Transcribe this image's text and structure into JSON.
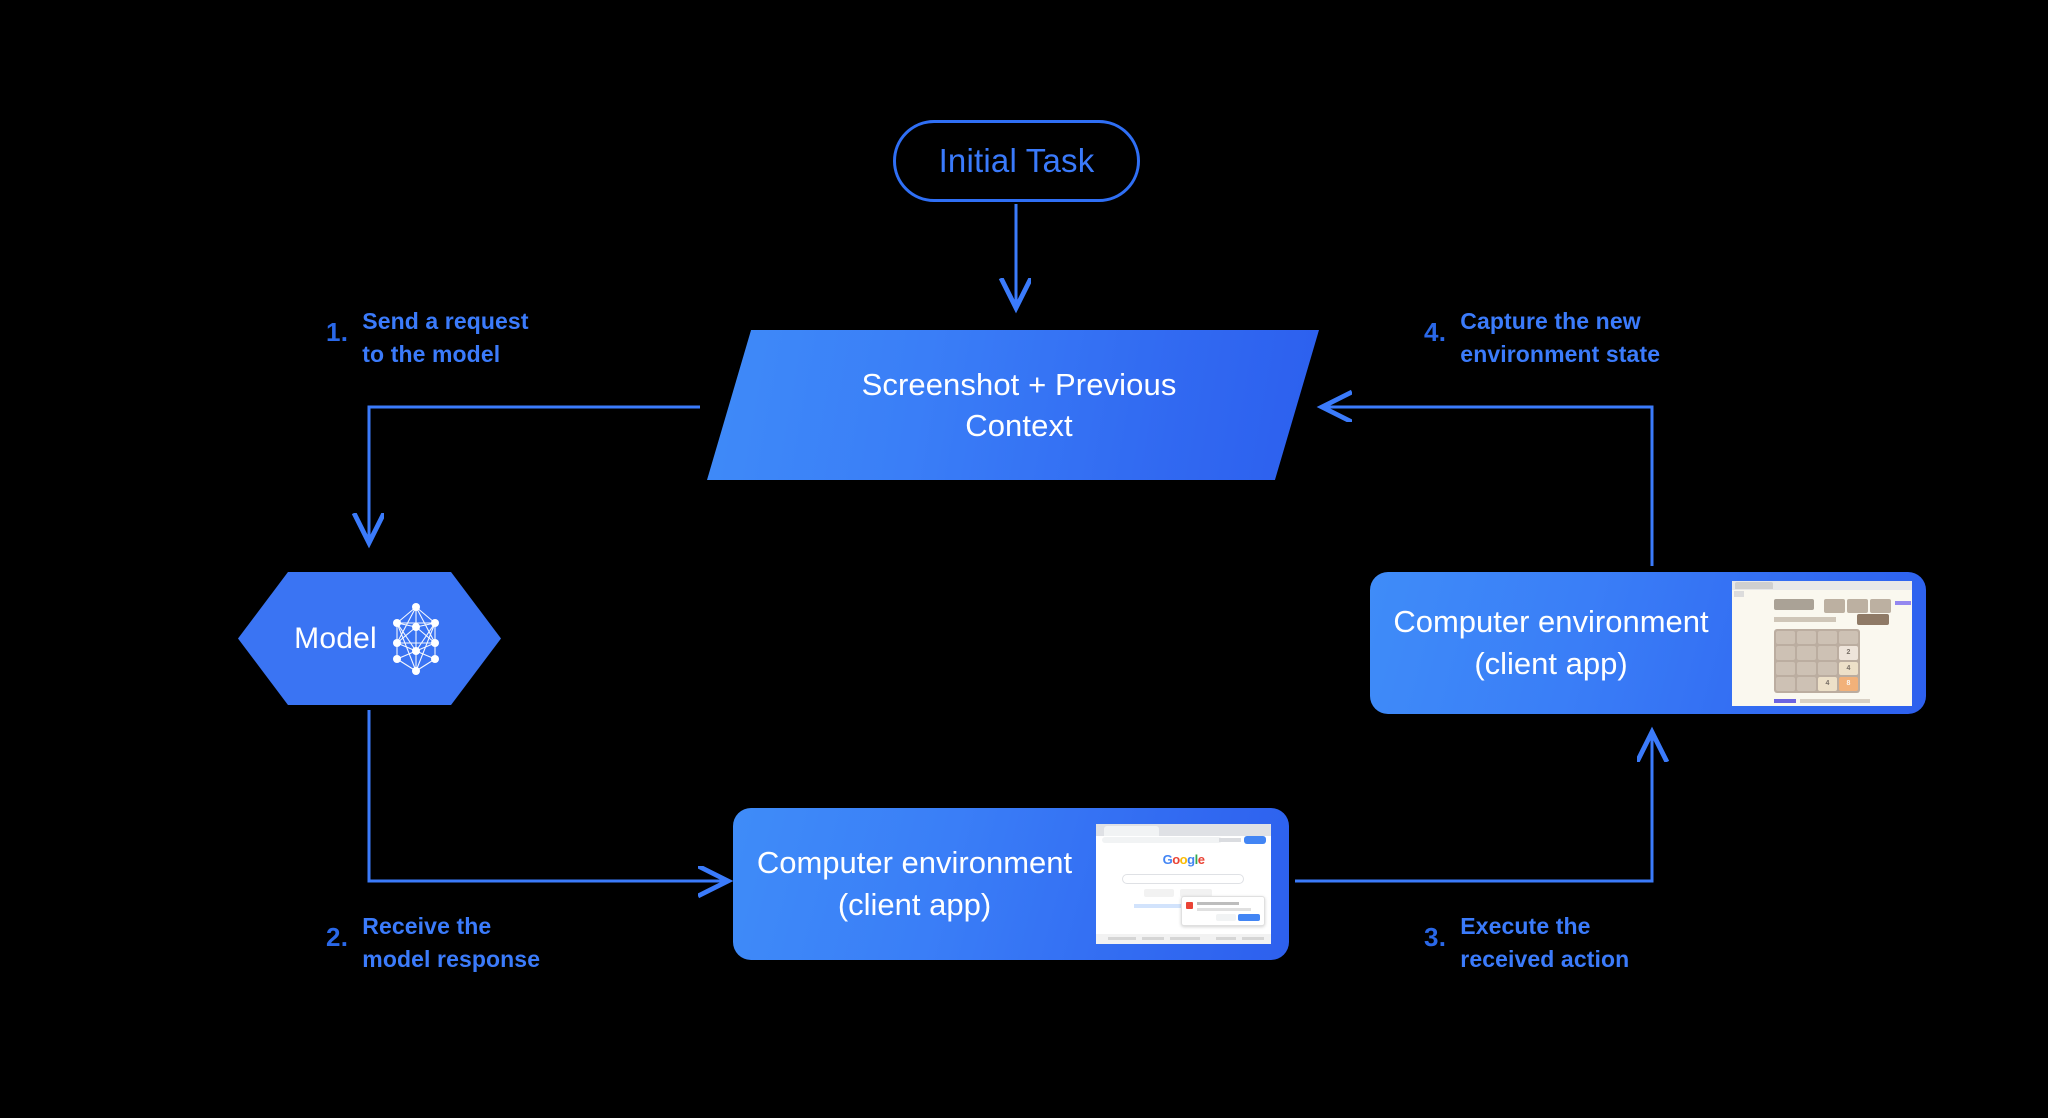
{
  "diagram": {
    "title_node": {
      "label": "Initial Task",
      "shape": "rounded-pill",
      "color": "#3a7afb"
    },
    "context_node": {
      "label_line1": "Screenshot + Previous",
      "label_line2": "Context",
      "shape": "parallelogram"
    },
    "model_node": {
      "label": "Model",
      "icon": "neural-network-icon",
      "shape": "hexagon"
    },
    "env_top": {
      "label_line1": "Computer environment",
      "label_line2": "(client app)",
      "thumbnail": "2048-game-screenshot"
    },
    "env_bottom": {
      "label_line1": "Computer environment",
      "label_line2": "(client app)",
      "thumbnail": "google-search-screenshot"
    },
    "steps": [
      {
        "number": "1.",
        "line1": "Send a request",
        "line2": "to the model"
      },
      {
        "number": "2.",
        "line1": "Receive the",
        "line2": "model response"
      },
      {
        "number": "3.",
        "line1": "Execute the",
        "line2": "received action"
      },
      {
        "number": "4.",
        "line1": "Capture the new",
        "line2": "environment state"
      }
    ],
    "colors": {
      "background": "#000000",
      "accent_blue": "#3b7bfb",
      "number_blue": "#2a68e8",
      "node_gradient_start": "#3f8cf8",
      "node_gradient_end": "#2c5fee",
      "text_white": "#ffffff"
    }
  },
  "thumbnails": {
    "game_2048": {
      "site": "2048.org",
      "tiles": [
        [
          "",
          "",
          "",
          ""
        ],
        [
          "",
          "",
          "",
          "2"
        ],
        [
          "",
          "",
          "",
          "4"
        ],
        [
          "",
          "",
          "4",
          "8"
        ]
      ]
    },
    "google": {
      "logo_letters": [
        "G",
        "o",
        "o",
        "g",
        "l",
        "e"
      ]
    }
  }
}
